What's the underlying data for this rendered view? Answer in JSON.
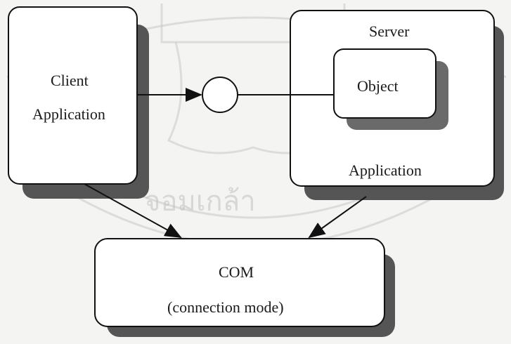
{
  "diagram": {
    "client": {
      "line1": "Client",
      "line2": "Application"
    },
    "server": {
      "top_label": "Server",
      "bottom_label": "Application",
      "object_label": "Object"
    },
    "com": {
      "line1": "COM",
      "line2": "(connection mode)"
    }
  },
  "watermark": {
    "text": "จอมเกล้า",
    "logo": "university-seal"
  },
  "colors": {
    "box_fill": "#ffffff",
    "outline": "#111111",
    "shadow": "#555555",
    "watermark": "#c8c8c8"
  }
}
